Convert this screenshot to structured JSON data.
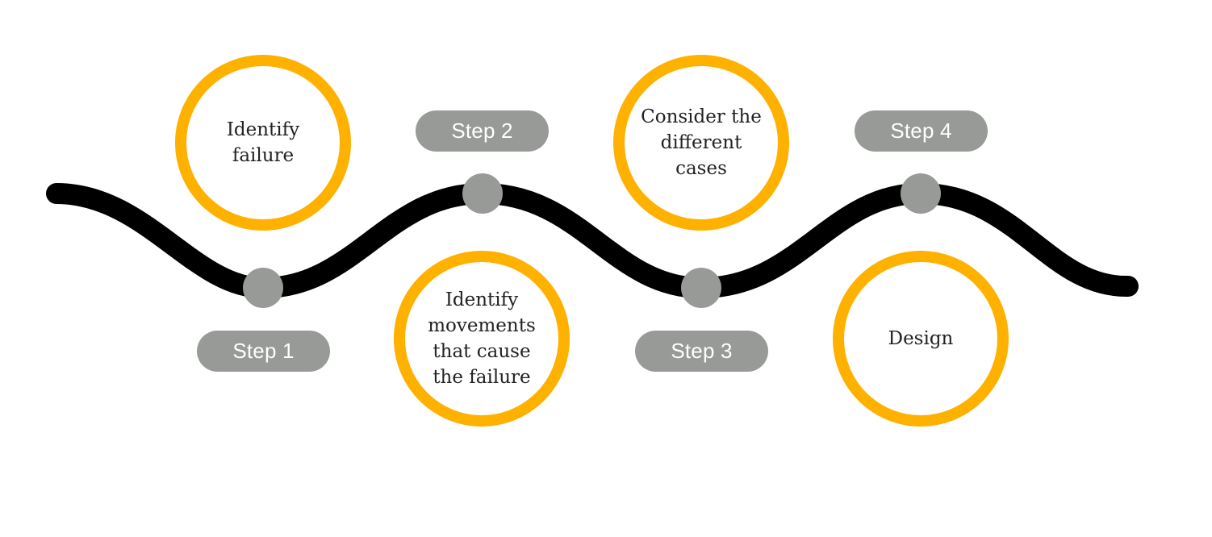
{
  "colors": {
    "ring": "#FFB100",
    "pill": "#979A97",
    "node": "#979A97",
    "path": "#000000"
  },
  "steps": [
    {
      "label": "Step 1",
      "text": "Identify\nfailure"
    },
    {
      "label": "Step 2",
      "text": "Identify\nmovements\nthat cause\nthe failure"
    },
    {
      "label": "Step 3",
      "text": "Consider the\ndifferent\ncases"
    },
    {
      "label": "Step 4",
      "text": "Design"
    }
  ]
}
